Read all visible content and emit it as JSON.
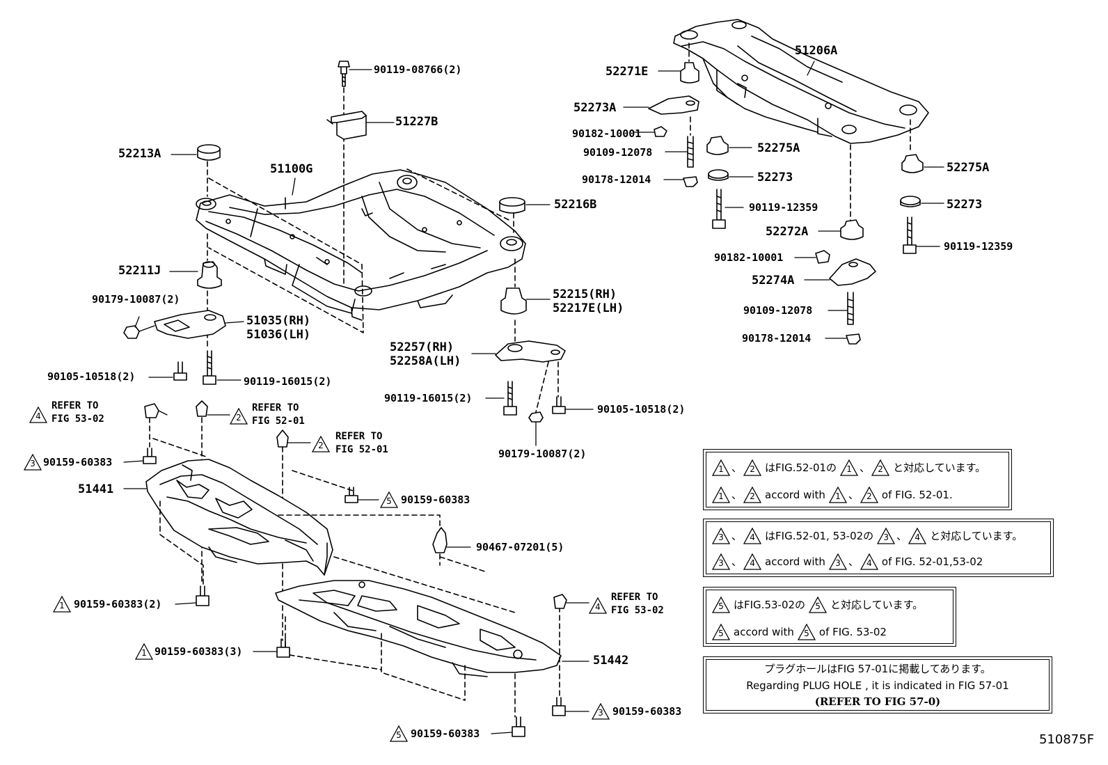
{
  "figure_code": "510875F",
  "part_labels": {
    "p90119_08766": "90119-08766(2)",
    "p51227B": "51227B",
    "p52213A": "52213A",
    "p51100G": "51100G",
    "p52216B": "52216B",
    "p52211J": "52211J",
    "p90179_10087_a": "90179-10087(2)",
    "p51035": "51035(RH)",
    "p51036": "51036(LH)",
    "p52215": "52215(RH)",
    "p52217E": "52217E(LH)",
    "p52257": "52257(RH)",
    "p52258A": "52258A(LH)",
    "p90105_10518_a": "90105-10518(2)",
    "p90119_16015_a": "90119-16015(2)",
    "p90119_16015_b": "90119-16015(2)",
    "p90105_10518_b": "90105-10518(2)",
    "p90179_10087_b": "90179-10087(2)",
    "p52271E": "52271E",
    "p51206A": "51206A",
    "p52273A": "52273A",
    "p90182_10001_a": "90182-10001",
    "p90109_12078_a": "90109-12078",
    "p90178_12014_a": "90178-12014",
    "p52275A_a": "52275A",
    "p52273_a": "52273",
    "p90119_12359_a": "90119-12359",
    "p52275A_b": "52275A",
    "p52273_b": "52273",
    "p52272A": "52272A",
    "p90119_12359_b": "90119-12359",
    "p90182_10001_b": "90182-10001",
    "p52274A": "52274A",
    "p90109_12078_b": "90109-12078",
    "p90178_12014_b": "90178-12014",
    "p90159_60383_a": "90159-60383",
    "p51441": "51441",
    "p90159_60383_b": "90159-60383",
    "p90467_07201": "90467-07201(5)",
    "p90159_60383_c": "90159-60383(2)",
    "p90159_60383_d": "90159-60383(3)",
    "p51442": "51442",
    "p90159_60383_e": "90159-60383",
    "p90159_60383_f": "90159-60383"
  },
  "refs": {
    "r1": {
      "num": "4",
      "line1": "REFER TO",
      "line2": "FIG 53-02"
    },
    "r2": {
      "num": "2",
      "line1": "REFER TO",
      "line2": "FIG 52-01"
    },
    "r3": {
      "num": "2",
      "line1": "REFER TO",
      "line2": "FIG 52-01"
    },
    "r4": {
      "num": "4",
      "line1": "REFER TO",
      "line2": "FIG 53-02"
    }
  },
  "markers": {
    "m3a": "3",
    "m5a": "5",
    "m1a": "1",
    "m1b": "1",
    "m3b": "3",
    "m5b": "5"
  },
  "notes": {
    "n1": {
      "a": "1",
      "b": "2",
      "jp_text1": "はFIG.52-01の",
      "jp_text2": "と対応しています。",
      "en_text1": "accord with",
      "en_text2": "of FIG. 52-01."
    },
    "n2": {
      "a": "3",
      "b": "4",
      "jp_text1": "はFIG.52-01, 53-02の",
      "jp_text2": "と対応しています。",
      "en_text1": "accord with",
      "en_text2": "of FIG. 52-01,53-02"
    },
    "n3": {
      "a": "5",
      "jp_text1": "はFIG.53-02の",
      "jp_text2": "と対応しています。",
      "en_text1": "accord with",
      "en_text2": "of FIG. 53-02"
    },
    "n4": {
      "line1": "プラグホールはFIG 57-01に掲載してあります。",
      "line2": "Regarding  PLUG  HOLE , it is indicated in FIG  57-01",
      "line3": "(REFER TO FIG 57-0)"
    },
    "sep": "、"
  }
}
